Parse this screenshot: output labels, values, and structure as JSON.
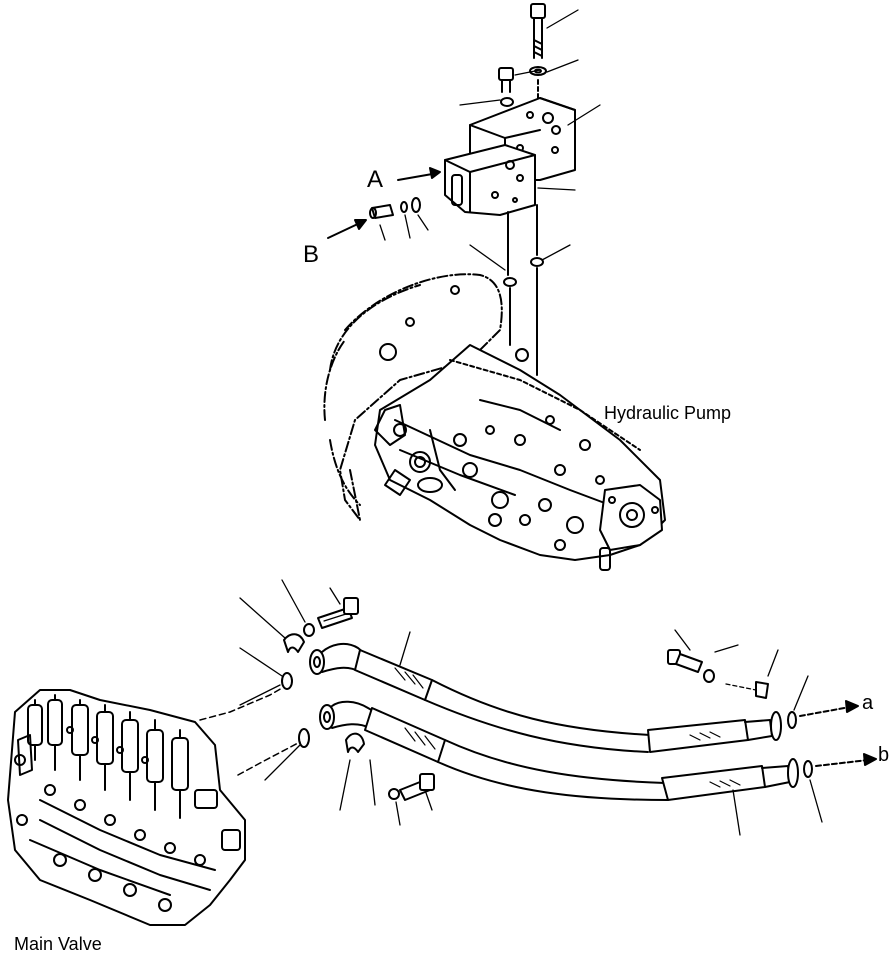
{
  "labels": {
    "view_a": "A",
    "view_b": "B",
    "pump": "Hydraulic Pump",
    "valve": "Main Valve",
    "to_a": "a",
    "to_b": "b"
  },
  "colors": {
    "ink": "#000000",
    "paper": "#ffffff"
  }
}
